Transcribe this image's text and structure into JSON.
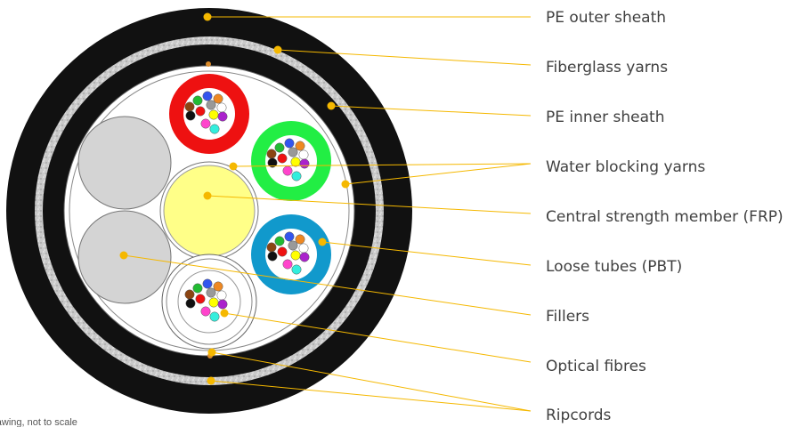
{
  "note": "drawing, not to scale",
  "labels": {
    "pe_outer_sheath": "PE outer sheath",
    "fiberglass_yarns": "Fiberglass yarns",
    "pe_inner_sheath": "PE inner sheath",
    "water_blocking_yarns": "Water blocking yarns",
    "central_strength_member": "Central strength member (FRP)",
    "loose_tubes": "Loose tubes (PBT)",
    "fillers": "Fillers",
    "optical_fibres": "Optical fibres",
    "ripcords": "Ripcords"
  },
  "colors": {
    "outer_sheath": "#111111",
    "yarn_band": "#b8b8b8",
    "leader_line": "#f5b800",
    "tube_red": "#ee1111",
    "tube_green": "#22ee44",
    "tube_blue": "#1199cc",
    "filler": "#d4d4d4",
    "strength_member": "#ffff88",
    "ripcord": "#d98a2a"
  },
  "fibre_colors": [
    "#3355ee",
    "#ee8822",
    "#22bb33",
    "#8b4513",
    "#999999",
    "#ffffff",
    "#ee1111",
    "#111111",
    "#ffff00",
    "#aa22cc",
    "#ff44cc",
    "#33eedd"
  ]
}
